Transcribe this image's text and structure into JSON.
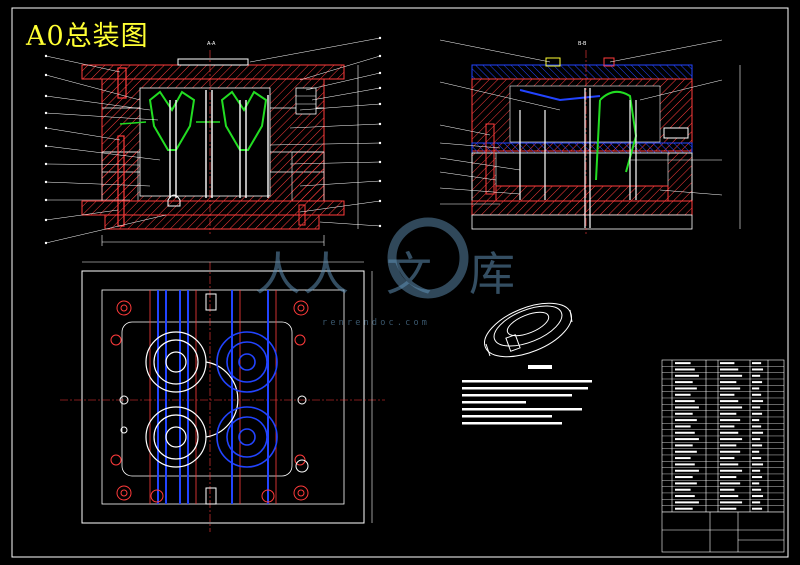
{
  "drawing": {
    "title": "A0总装图"
  },
  "watermark": {
    "left_text": "人人",
    "circle_char": "文",
    "right_char": "库",
    "url": "renrendoc.com"
  },
  "colors": {
    "background": "#000000",
    "line": "#ffffff",
    "plate": "#ff2222",
    "hatch": "#ff4444",
    "blue": "#1133ff",
    "green": "#22dd22",
    "yellow": "#ffff33",
    "watermark": "#5f8fb3"
  }
}
